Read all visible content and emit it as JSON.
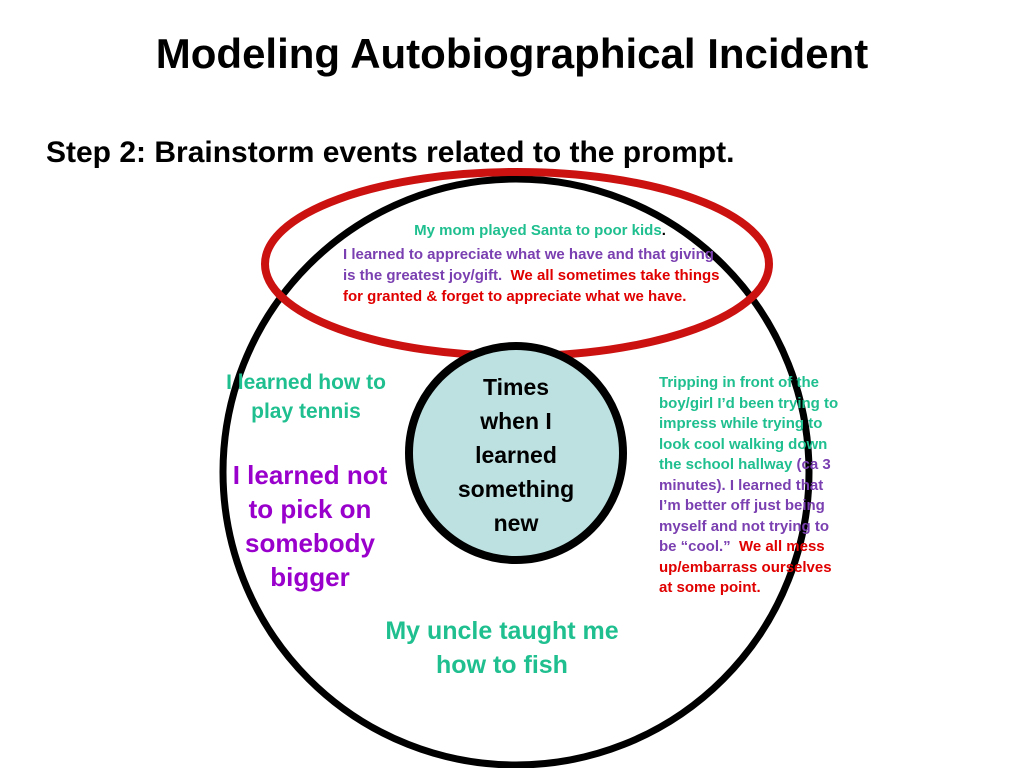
{
  "title": "Modeling Autobiographical Incident",
  "step": "Step 2:  Brainstorm events related to the prompt.",
  "center": {
    "lines": [
      "Times",
      "when I",
      "learned",
      "something",
      "new"
    ]
  },
  "santa": {
    "line1_main": "My mom played Santa to poor kids",
    "line1_end": ".",
    "purple": "I learned to appreciate what we have and that giving is the greatest joy/gift.",
    "red": "We all sometimes take things for granted & forget to appreciate what we have."
  },
  "tennis": "I learned how to play tennis",
  "pick_on": "I learned not to pick on somebody bigger",
  "uncle": "My uncle taught me how to fish",
  "tripping": {
    "teal": "Tripping in front of the boy/girl I’d been trying to impress while trying to look cool walking down the school hallway",
    "purple": "(ca 3 minutes).  I learned that I’m better off just being myself and not trying to be “cool.”",
    "red": "We all mess up/embarrass ourselves at some point."
  },
  "colors": {
    "outer_circle": "#000000",
    "highlight_ellipse": "#cc1111",
    "center_fill": "#bde0e0",
    "teal_text": "#1fbf8f",
    "purple_text": "#7a3fb0",
    "red_text": "#e00000",
    "violet_text": "#9900cc"
  }
}
